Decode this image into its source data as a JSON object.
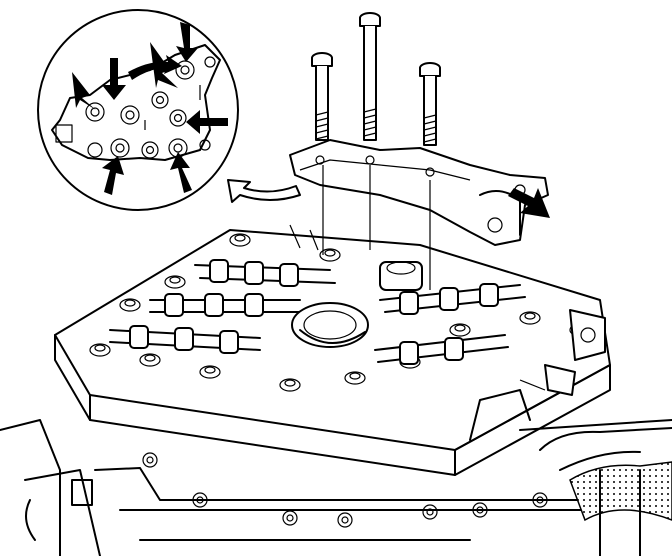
{
  "figure": {
    "line_color": "#000000",
    "background": "#ffffff",
    "detail_inset": {
      "arrow_count": 8
    },
    "bolts": {
      "count": 3
    },
    "plate_arrow_count": 1,
    "curved_arrow_count": 1
  }
}
